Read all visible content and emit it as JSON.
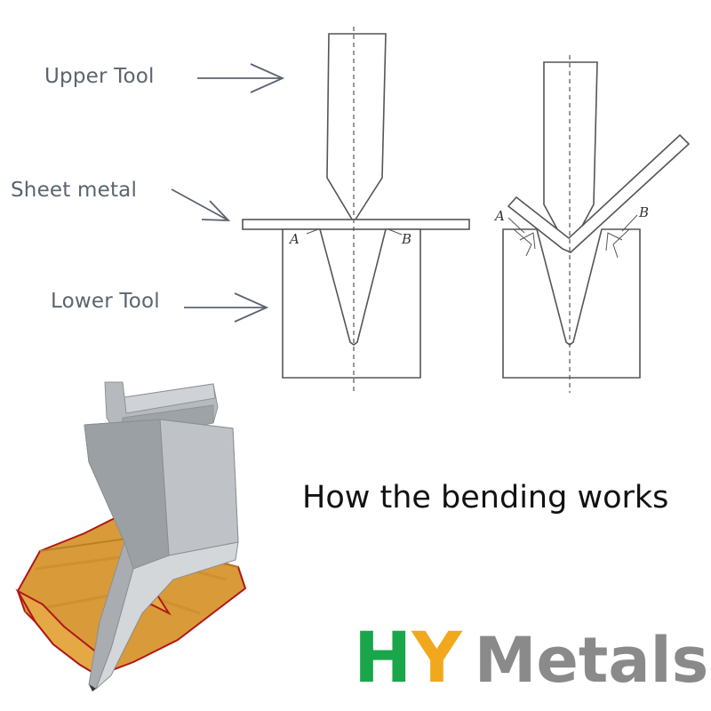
{
  "labels": {
    "upper_tool": "Upper Tool",
    "sheet_metal": "Sheet metal",
    "lower_tool": "Lower Tool"
  },
  "diagram_letters": {
    "a": "A",
    "b": "B"
  },
  "caption": "How the bending works",
  "logo": {
    "h": "H",
    "y": "Y",
    "metals": "Metals"
  },
  "colors": {
    "logo_green": "#1aa64a",
    "logo_yellow": "#f2a81d",
    "logo_gray": "#8a8a8a",
    "die_orange": "#d99a3a",
    "die_outline": "#b01818",
    "tool_gray": "#a9adb2"
  }
}
